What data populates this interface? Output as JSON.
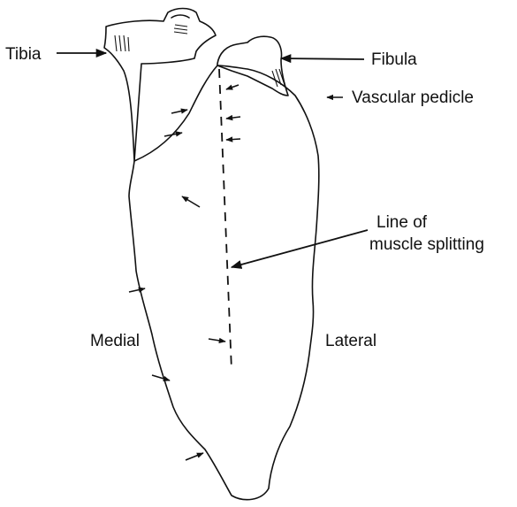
{
  "diagram": {
    "labels": {
      "tibia": "Tibia",
      "fibula": "Fibula",
      "vascular_pedicle": "Vascular pedicle",
      "line_of_muscle_splitting_1": "Line of",
      "line_of_muscle_splitting_2": "muscle splitting",
      "medial": "Medial",
      "lateral": "Lateral"
    },
    "colors": {
      "ink": "#111111",
      "background": "#ffffff"
    },
    "icons": {
      "pedicle_marker": "small-arrow-icon",
      "label_pointer": "arrow-icon"
    }
  }
}
